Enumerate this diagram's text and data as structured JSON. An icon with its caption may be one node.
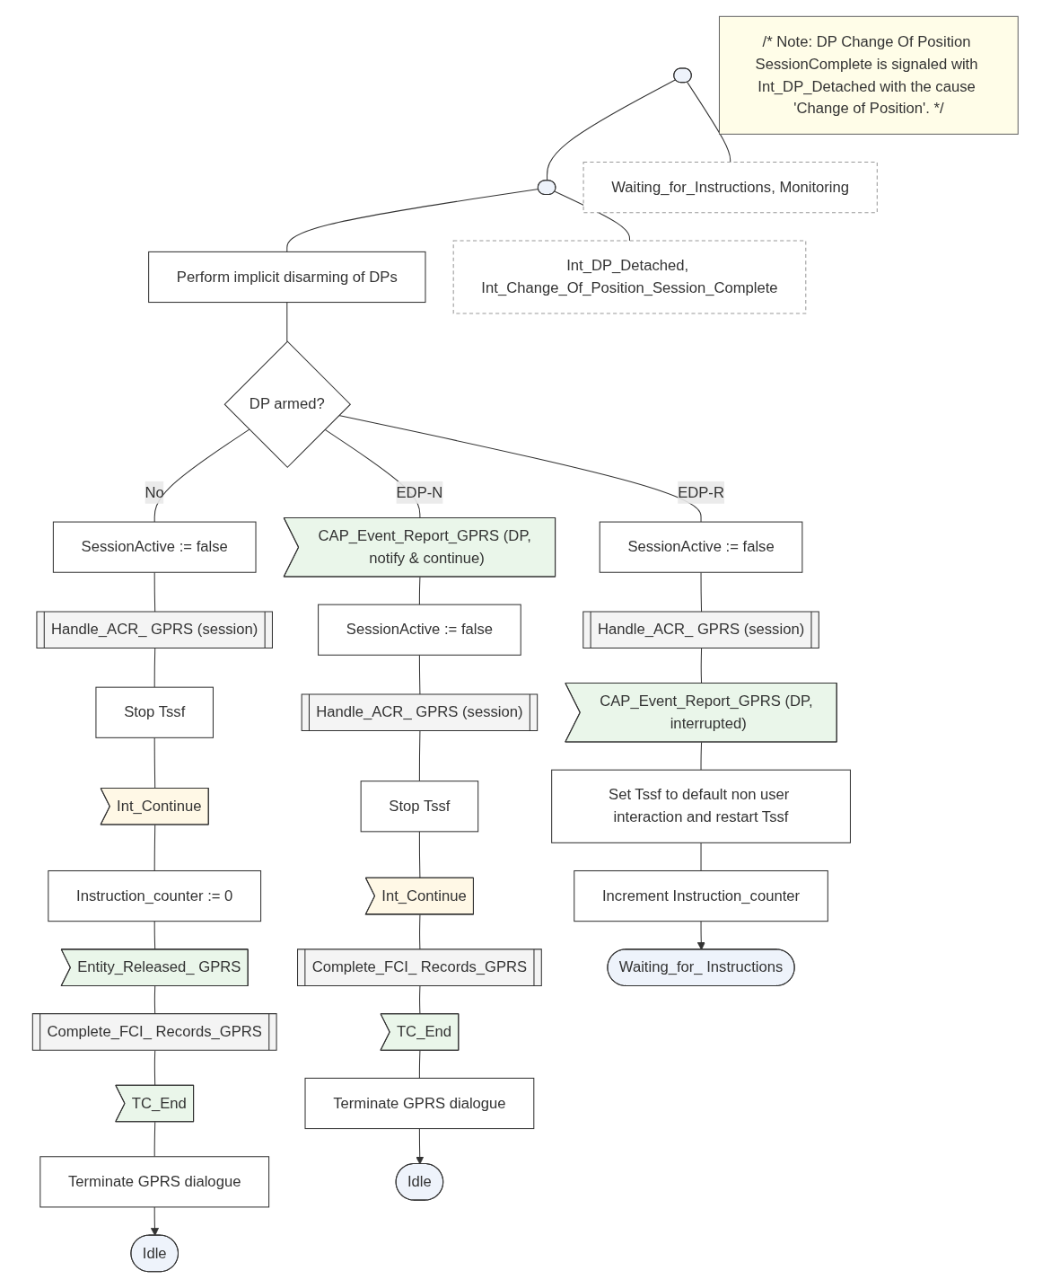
{
  "diagram": {
    "nodes": [
      {
        "text": [],
        "shape": "box"
      },
      {
        "text": [
          "Waiting_for_Instructions, Monitoring"
        ]
      },
      {
        "text": [
          "/* Note: DP Change Of Position SessionComplete is signaled with Int_DP_Detached with the cause 'Change of Position'. */"
        ]
      },
      {
        "text": [],
        "shape": "box"
      },
      {
        "text": [
          "Int_DP_Detached, Int_Change_Of_Position_Session_Complete"
        ]
      },
      {
        "text": [
          "Perform implicit disarming of DPs"
        ]
      },
      {
        "text": [
          "DP armed?"
        ]
      },
      {
        "text": [
          "SessionActive := false"
        ]
      },
      {
        "text": [
          "Handle_ACR_ GPRS (session)"
        ]
      },
      {
        "text": [
          "Stop Tssf"
        ]
      },
      {
        "text": [
          "Int_Continue"
        ]
      },
      {
        "text": [
          "Instruction_counter := 0"
        ]
      },
      {
        "text": [
          "Entity_Released_ GPRS"
        ]
      },
      {
        "text": [
          "Complete_FCI_ Records_GPRS"
        ]
      },
      {
        "text": [
          "TC_End"
        ]
      },
      {
        "text": [
          "Terminate GPRS dialogue"
        ]
      },
      {
        "text": [
          "Idle"
        ]
      },
      {
        "text": [
          "CAP_Event_Report_GPRS (DP, notify & continue)"
        ]
      },
      {
        "text": [
          "SessionActive := false"
        ]
      },
      {
        "text": [
          "Handle_ACR_ GPRS (session)"
        ]
      },
      {
        "text": [
          "Stop Tssf"
        ]
      },
      {
        "text": [
          "Int_Continue"
        ]
      },
      {
        "text": [
          "Complete_FCI_ Records_GPRS"
        ]
      },
      {
        "text": [
          "TC_End"
        ]
      },
      {
        "text": [
          "Terminate GPRS dialogue"
        ]
      },
      {
        "text": [
          "Idle"
        ]
      },
      {
        "text": [
          "SessionActive := false"
        ]
      },
      {
        "text": [
          "Handle_ACR_ GPRS (session)"
        ]
      },
      {
        "text": [
          "CAP_Event_Report_GPRS (DP, interrupted)"
        ]
      },
      {
        "text": [
          "Set Tssf to default non user interaction and restart Tssf"
        ]
      },
      {
        "text": [
          "Increment Instruction_counter"
        ]
      },
      {
        "text": [
          "Waiting_for_ Instructions"
        ]
      }
    ],
    "edges": [
      {
        "from": 0,
        "to": 1,
        "arrow": "none"
      },
      {
        "from": 0,
        "to": 3,
        "arrow": "none"
      },
      {
        "from": 3,
        "to": 4,
        "arrow": "none"
      },
      {
        "from": 3,
        "to": 5,
        "arrow": "none"
      },
      {
        "from": 5,
        "to": 6,
        "arrow": "none"
      },
      {
        "from": 6,
        "to": 7,
        "label": "No",
        "arrow": "none"
      },
      {
        "from": 6,
        "to": 17,
        "label": "EDP-N",
        "arrow": "none"
      },
      {
        "from": 6,
        "to": 26,
        "label": "EDP-R",
        "arrow": "none"
      },
      {
        "from": 7,
        "to": 8,
        "arrow": "none"
      },
      {
        "from": 8,
        "to": 9,
        "arrow": "none"
      },
      {
        "from": 9,
        "to": 10,
        "arrow": "none"
      },
      {
        "from": 10,
        "to": 11,
        "arrow": "none"
      },
      {
        "from": 11,
        "to": 12,
        "arrow": "none"
      },
      {
        "from": 12,
        "to": 13,
        "arrow": "none"
      },
      {
        "from": 13,
        "to": 14,
        "arrow": "none"
      },
      {
        "from": 14,
        "to": 15,
        "arrow": "none"
      },
      {
        "from": 15,
        "to": 16,
        "arrow": "to"
      },
      {
        "from": 17,
        "to": 18,
        "arrow": "none"
      },
      {
        "from": 18,
        "to": 19,
        "arrow": "none"
      },
      {
        "from": 19,
        "to": 20,
        "arrow": "none"
      },
      {
        "from": 20,
        "to": 21,
        "arrow": "none"
      },
      {
        "from": 21,
        "to": 22,
        "arrow": "none"
      },
      {
        "from": 22,
        "to": 23,
        "arrow": "none"
      },
      {
        "from": 23,
        "to": 24,
        "arrow": "none"
      },
      {
        "from": 24,
        "to": 25,
        "arrow": "to"
      },
      {
        "from": 26,
        "to": 27,
        "arrow": "none"
      },
      {
        "from": 27,
        "to": 28,
        "arrow": "none"
      },
      {
        "from": 28,
        "to": 29,
        "arrow": "none"
      },
      {
        "from": 29,
        "to": 30,
        "arrow": "none"
      },
      {
        "from": 30,
        "to": 31,
        "arrow": "to"
      }
    ]
  }
}
